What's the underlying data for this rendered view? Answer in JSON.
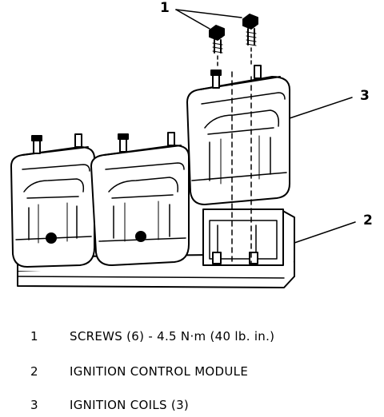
{
  "callouts": {
    "one": "1",
    "two": "2",
    "three": "3"
  },
  "legend": [
    {
      "num": "1",
      "text": "SCREWS (6) - 4.5 N·m (40 lb. in.)"
    },
    {
      "num": "2",
      "text": "IGNITION CONTROL MODULE"
    },
    {
      "num": "3",
      "text": "IGNITION COILS (3)"
    }
  ]
}
